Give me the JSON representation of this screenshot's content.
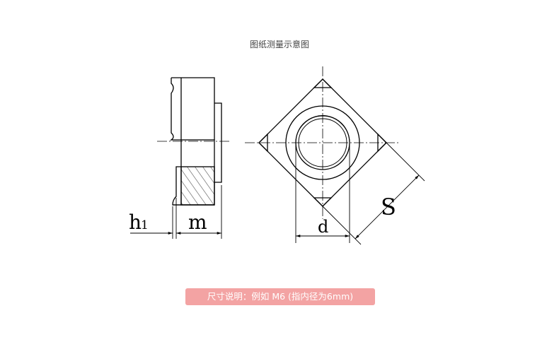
{
  "title": "图纸测量示意图",
  "labels": {
    "h1_main": "h",
    "h1_sub": "1",
    "m": "m",
    "d": "d",
    "S": "S"
  },
  "caption": "尺寸说明：例如 M6 (指内径为6mm)"
}
